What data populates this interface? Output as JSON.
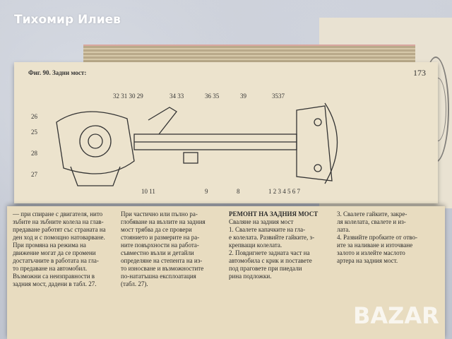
{
  "watermark": "Тихомир Илиев",
  "logo": "BAZAR",
  "top_page": {
    "page_number": "173",
    "caption_title": "Фиг. 90. Задни мост:",
    "callout_numbers": [
      "39",
      "36 35",
      "34 33",
      "32 31 30 29",
      "26",
      "25",
      "28",
      "27",
      "10 11",
      "9",
      "8",
      "1 2 3 4 5 6 7",
      "3537"
    ]
  },
  "bottom_page": {
    "left_column": [
      "— при спиране с двигателя, нито",
      "зъбите на зъбните колела на глав-",
      "предаване работят със страната на",
      "ден ход и с помощно натоварване.",
      "При промяна на режима на",
      "движение могат да се промени",
      "достатъчните в работата на гла-",
      "то предаване на автомобил.",
      "Възможни са неизправности в",
      "задния мост, дадени в табл. 27.",
      "При частично или пълно ра-",
      "глобяване на възлите на задния",
      "мост трябва да се провери",
      "стоянието и размерите на ра-",
      "ните повърхности на работа-",
      "съвместно възли и детайли",
      "определяне на степента на из-",
      "то износване и възможностите",
      "по-нататъшна експлоатация",
      "(табл. 27)."
    ],
    "heading": "РЕМОНТ НА ЗАДНИЯ МОСТ",
    "subheading": "Сваляне на задния мост",
    "right_column": [
      "1. Свалете капачките на гла-",
      "е колелата. Развийте гайките, з-",
      "крепващи колелата.",
      "2. Повдигнете задната част на",
      "автомобила с крик и поставете",
      "под праговете при пиедали",
      "рина подложки.",
      "3. Свалете гайките, закре-",
      "ля колелата, свалете и из-",
      "лата.",
      "4. Развийте пробките от отво-",
      "ите за наливане и източване",
      "залото и излейте маслото",
      "артера на задния мост."
    ]
  }
}
